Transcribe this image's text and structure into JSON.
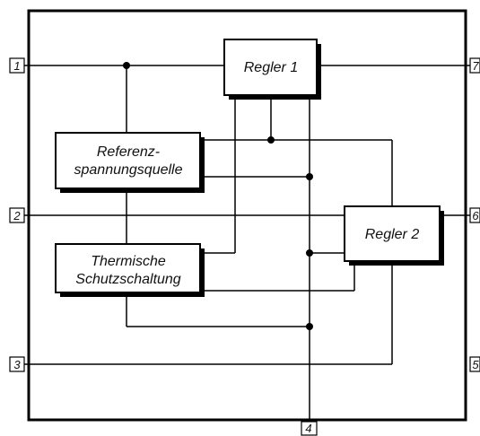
{
  "blocks": {
    "regler1": "Regler 1",
    "regler2": "Regler 2",
    "referenz_line1": "Referenz-",
    "referenz_line2": "spannungsquelle",
    "thermisch_line1": "Thermische",
    "thermisch_line2": "Schutzschaltung"
  },
  "pins": {
    "p1": "1",
    "p2": "2",
    "p3": "3",
    "p4": "4",
    "p5": "5",
    "p6": "6",
    "p7": "7"
  }
}
